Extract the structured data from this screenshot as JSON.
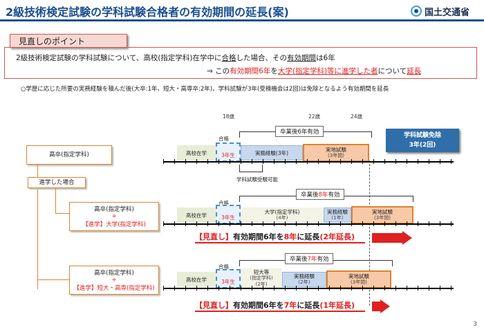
{
  "header": {
    "title": "2級技術検定試験の学科試験合格者の有効期間の延長(案)",
    "ministry": "国土交通省"
  },
  "point": {
    "tab_label": "見直しのポイント",
    "line1_a": "2級技術検定試験の学科試験について、高校(指定学科)在学中に",
    "line1_b": "合格",
    "line1_c": "した場合、その",
    "line1_d": "有効期間",
    "line1_e": "は6年",
    "line2_arrow": "⇒",
    "line2_a": "この",
    "line2_b": "有効期間6年",
    "line2_c": "を",
    "line2_d": "大学(指定学科)等に進学した者",
    "line2_e": "について",
    "line2_f": "延長"
  },
  "note": "○学歴に応じた所要の実務経験を積んだ後(大卒:1年、短大・高専卒:2年)、学科試験が3年(受検機会は2回)は免除となるよう有効期間を延長",
  "ages": {
    "a18": "18歳",
    "a22": "22歳",
    "a24": "24歳"
  },
  "route1": {
    "label": "高卒(指定学科)",
    "pass": "合格",
    "bracket": "卒業後6年有効",
    "school": "高校在学",
    "y3": "3年生",
    "work": "実務経験(3年)",
    "pract": "実地試験",
    "pract_sub": "(3年間)",
    "exam_possible": "学科試験受験可能"
  },
  "exempt": {
    "line1": "学科試験免除",
    "line2": "3年(2回)"
  },
  "branch": {
    "label": "進学した場合"
  },
  "route2": {
    "label_top": "高卒(指定学科)",
    "plus": "+",
    "label_bottom_prefix": "【進学】",
    "label_bottom": "大学(指定学科)",
    "pass": "合格",
    "bracket_a": "卒業後",
    "bracket_b": "8年",
    "bracket_c": "有効",
    "school": "高校在学",
    "y3": "3年生",
    "univ": "大学(指定学科)",
    "univ_sub": "(4年)",
    "work": "実務経験",
    "work_sub": "(1年)",
    "pract": "実地試験",
    "pract_sub": "(3年間)",
    "result_a": "【見直し】",
    "result_b": "有効期間6年を",
    "result_c": "8年",
    "result_d": "に延長",
    "result_e": "(2年延長)"
  },
  "route3": {
    "label_top": "高卒(指定学科)",
    "plus": "+",
    "label_bottom_prefix": "【進学】",
    "label_bottom": "短大・高専(指定学科)",
    "pass": "合格",
    "bracket_a": "卒業後",
    "bracket_b": "7年",
    "bracket_c": "有効",
    "school": "高校在学",
    "y3": "3年生",
    "univ": "短大等",
    "univ_mid": "(指定学科)",
    "univ_sub": "(2年)",
    "work": "実務経験",
    "work_sub": "(2年)",
    "pract": "実地試験",
    "pract_sub": "(3年間)",
    "result_a": "【見直し】",
    "result_b": "有効期間6年を",
    "result_c": "7年",
    "result_d": "に延長",
    "result_e": "(1年延長)"
  },
  "page_number": "3",
  "colors": {
    "accent": "#1a4e8f",
    "red": "#e02020",
    "orange": "#e0822f",
    "exempt_box": "#2f6ea8"
  }
}
